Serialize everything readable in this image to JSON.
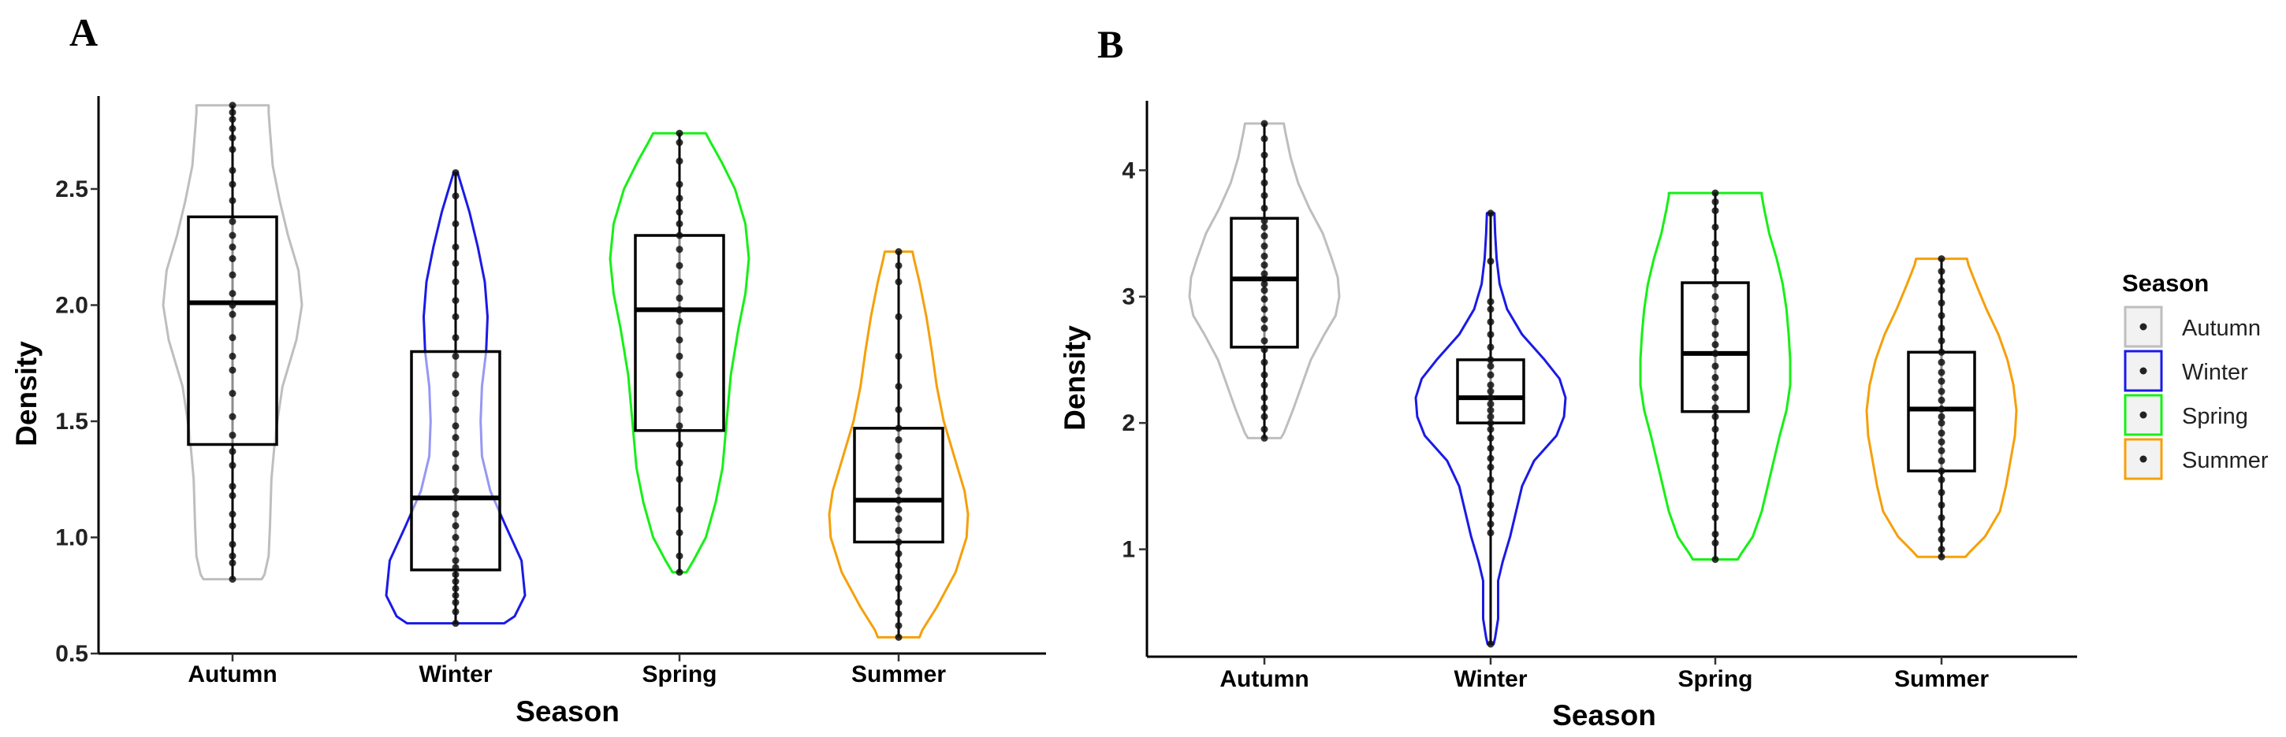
{
  "chart_data": [
    {
      "panel": "A",
      "type": "violin",
      "xlabel": "Season",
      "ylabel": "Density",
      "ylim": [
        0.5,
        2.9
      ],
      "yticks": [
        0.5,
        1.0,
        1.5,
        2.0,
        2.5
      ],
      "ytick_labels": [
        "0.5",
        "1.0",
        "1.5",
        "2.0",
        "2.5"
      ],
      "categories": [
        "Autumn",
        "Winter",
        "Spring",
        "Summer"
      ],
      "groups": [
        {
          "name": "Autumn",
          "color": "#bebebe",
          "min": 0.82,
          "max": 2.86,
          "box": {
            "q1": 1.4,
            "median": 2.01,
            "q3": 2.38
          },
          "violin_profile": [
            [
              0.82,
              0.42
            ],
            [
              0.84,
              0.46
            ],
            [
              0.92,
              0.52
            ],
            [
              1.05,
              0.54
            ],
            [
              1.25,
              0.56
            ],
            [
              1.45,
              0.62
            ],
            [
              1.65,
              0.72
            ],
            [
              1.85,
              0.92
            ],
            [
              2.0,
              1.0
            ],
            [
              2.15,
              0.95
            ],
            [
              2.3,
              0.8
            ],
            [
              2.45,
              0.68
            ],
            [
              2.6,
              0.58
            ],
            [
              2.75,
              0.54
            ],
            [
              2.83,
              0.52
            ],
            [
              2.86,
              0.52
            ]
          ],
          "points": [
            0.82,
            0.89,
            0.92,
            0.97,
            1.05,
            1.1,
            1.18,
            1.22,
            1.31,
            1.37,
            1.44,
            1.52,
            1.62,
            1.72,
            1.78,
            1.86,
            1.96,
            2.0,
            2.05,
            2.13,
            2.2,
            2.25,
            2.3,
            2.36,
            2.45,
            2.52,
            2.58,
            2.67,
            2.72,
            2.76,
            2.8,
            2.83,
            2.86
          ]
        },
        {
          "name": "Winter",
          "color": "#1a1ae6",
          "min": 0.63,
          "max": 2.57,
          "box": {
            "q1": 0.86,
            "median": 1.17,
            "q3": 1.8
          },
          "violin_profile": [
            [
              0.63,
              0.7
            ],
            [
              0.66,
              0.85
            ],
            [
              0.75,
              1.0
            ],
            [
              0.9,
              0.95
            ],
            [
              1.05,
              0.72
            ],
            [
              1.2,
              0.5
            ],
            [
              1.35,
              0.38
            ],
            [
              1.5,
              0.36
            ],
            [
              1.65,
              0.38
            ],
            [
              1.8,
              0.44
            ],
            [
              1.95,
              0.46
            ],
            [
              2.1,
              0.42
            ],
            [
              2.25,
              0.32
            ],
            [
              2.4,
              0.2
            ],
            [
              2.5,
              0.1
            ],
            [
              2.57,
              0.03
            ]
          ],
          "points": [
            0.63,
            0.68,
            0.72,
            0.75,
            0.78,
            0.81,
            0.84,
            0.87,
            0.9,
            0.95,
            1.0,
            1.05,
            1.1,
            1.17,
            1.2,
            1.3,
            1.36,
            1.43,
            1.48,
            1.55,
            1.62,
            1.7,
            1.78,
            1.86,
            1.95,
            2.02,
            2.1,
            2.18,
            2.25,
            2.35,
            2.47,
            2.57
          ]
        },
        {
          "name": "Spring",
          "color": "#16f016",
          "min": 0.85,
          "max": 2.74,
          "box": {
            "q1": 1.46,
            "median": 1.98,
            "q3": 2.3
          },
          "violin_profile": [
            [
              0.85,
              0.1
            ],
            [
              0.9,
              0.2
            ],
            [
              1.0,
              0.38
            ],
            [
              1.15,
              0.52
            ],
            [
              1.3,
              0.62
            ],
            [
              1.5,
              0.68
            ],
            [
              1.7,
              0.74
            ],
            [
              1.9,
              0.85
            ],
            [
              2.05,
              0.95
            ],
            [
              2.2,
              1.0
            ],
            [
              2.35,
              0.95
            ],
            [
              2.5,
              0.8
            ],
            [
              2.62,
              0.6
            ],
            [
              2.7,
              0.45
            ],
            [
              2.74,
              0.38
            ]
          ],
          "points": [
            0.85,
            0.92,
            1.02,
            1.12,
            1.25,
            1.32,
            1.4,
            1.48,
            1.55,
            1.62,
            1.7,
            1.78,
            1.85,
            1.93,
            1.98,
            2.03,
            2.1,
            2.17,
            2.24,
            2.3,
            2.35,
            2.4,
            2.46,
            2.52,
            2.62,
            2.7,
            2.74
          ]
        },
        {
          "name": "Summer",
          "color": "#f5a00a",
          "min": 0.57,
          "max": 2.23,
          "box": {
            "q1": 0.98,
            "median": 1.16,
            "q3": 1.47
          },
          "violin_profile": [
            [
              0.57,
              0.3
            ],
            [
              0.6,
              0.34
            ],
            [
              0.7,
              0.55
            ],
            [
              0.85,
              0.82
            ],
            [
              1.0,
              0.98
            ],
            [
              1.1,
              1.0
            ],
            [
              1.2,
              0.95
            ],
            [
              1.35,
              0.8
            ],
            [
              1.5,
              0.65
            ],
            [
              1.65,
              0.55
            ],
            [
              1.8,
              0.48
            ],
            [
              1.95,
              0.4
            ],
            [
              2.1,
              0.3
            ],
            [
              2.2,
              0.22
            ],
            [
              2.23,
              0.2
            ]
          ],
          "points": [
            0.57,
            0.62,
            0.67,
            0.72,
            0.78,
            0.83,
            0.88,
            0.93,
            0.98,
            1.03,
            1.08,
            1.12,
            1.16,
            1.2,
            1.25,
            1.3,
            1.35,
            1.42,
            1.47,
            1.55,
            1.65,
            1.78,
            1.95,
            2.1,
            2.17,
            2.23
          ]
        }
      ]
    },
    {
      "panel": "B",
      "type": "violin",
      "xlabel": "Season",
      "ylabel": "Density",
      "ylim": [
        0.15,
        4.55
      ],
      "yticks": [
        1,
        2,
        3,
        4
      ],
      "ytick_labels": [
        "1",
        "2",
        "3",
        "4"
      ],
      "categories": [
        "Autumn",
        "Winter",
        "Spring",
        "Summer"
      ],
      "groups": [
        {
          "name": "Autumn",
          "color": "#bebebe",
          "min": 1.88,
          "max": 4.37,
          "box": {
            "q1": 2.6,
            "median": 3.14,
            "q3": 3.62
          },
          "violin_profile": [
            [
              1.88,
              0.22
            ],
            [
              1.92,
              0.26
            ],
            [
              2.1,
              0.38
            ],
            [
              2.3,
              0.5
            ],
            [
              2.5,
              0.62
            ],
            [
              2.7,
              0.8
            ],
            [
              2.85,
              0.95
            ],
            [
              3.0,
              1.0
            ],
            [
              3.15,
              0.98
            ],
            [
              3.3,
              0.9
            ],
            [
              3.5,
              0.78
            ],
            [
              3.7,
              0.6
            ],
            [
              3.9,
              0.45
            ],
            [
              4.1,
              0.35
            ],
            [
              4.3,
              0.28
            ],
            [
              4.37,
              0.26
            ]
          ],
          "points": [
            1.88,
            1.95,
            2.05,
            2.12,
            2.2,
            2.3,
            2.38,
            2.48,
            2.58,
            2.65,
            2.75,
            2.82,
            2.9,
            2.98,
            3.05,
            3.1,
            3.14,
            3.18,
            3.25,
            3.32,
            3.4,
            3.48,
            3.55,
            3.6,
            3.7,
            3.8,
            3.9,
            4.0,
            4.12,
            4.25,
            4.37
          ]
        },
        {
          "name": "Winter",
          "color": "#1a1ae6",
          "min": 0.25,
          "max": 3.66,
          "box": {
            "q1": 2.0,
            "median": 2.2,
            "q3": 2.5
          },
          "violin_profile": [
            [
              0.25,
              0.04
            ],
            [
              0.3,
              0.06
            ],
            [
              0.45,
              0.1
            ],
            [
              0.6,
              0.1
            ],
            [
              0.75,
              0.1
            ],
            [
              0.9,
              0.16
            ],
            [
              1.1,
              0.26
            ],
            [
              1.3,
              0.34
            ],
            [
              1.5,
              0.42
            ],
            [
              1.7,
              0.58
            ],
            [
              1.9,
              0.88
            ],
            [
              2.05,
              0.98
            ],
            [
              2.2,
              1.0
            ],
            [
              2.35,
              0.92
            ],
            [
              2.5,
              0.72
            ],
            [
              2.7,
              0.42
            ],
            [
              2.9,
              0.22
            ],
            [
              3.1,
              0.12
            ],
            [
              3.3,
              0.08
            ],
            [
              3.5,
              0.06
            ],
            [
              3.66,
              0.05
            ]
          ],
          "points": [
            0.25,
            1.13,
            1.2,
            1.28,
            1.35,
            1.45,
            1.55,
            1.65,
            1.72,
            1.8,
            1.88,
            1.95,
            2.0,
            2.05,
            2.1,
            2.15,
            2.2,
            2.25,
            2.3,
            2.38,
            2.45,
            2.5,
            2.6,
            2.7,
            2.8,
            2.9,
            2.96,
            3.28,
            3.66
          ]
        },
        {
          "name": "Spring",
          "color": "#16f016",
          "min": 0.92,
          "max": 3.82,
          "box": {
            "q1": 2.09,
            "median": 2.55,
            "q3": 3.11
          },
          "violin_profile": [
            [
              0.92,
              0.3
            ],
            [
              0.96,
              0.34
            ],
            [
              1.1,
              0.5
            ],
            [
              1.3,
              0.62
            ],
            [
              1.5,
              0.7
            ],
            [
              1.7,
              0.78
            ],
            [
              1.9,
              0.86
            ],
            [
              2.1,
              0.95
            ],
            [
              2.3,
              1.0
            ],
            [
              2.5,
              1.0
            ],
            [
              2.7,
              0.98
            ],
            [
              2.9,
              0.95
            ],
            [
              3.1,
              0.9
            ],
            [
              3.3,
              0.82
            ],
            [
              3.5,
              0.72
            ],
            [
              3.7,
              0.65
            ],
            [
              3.8,
              0.62
            ],
            [
              3.82,
              0.62
            ]
          ],
          "points": [
            0.92,
            1.05,
            1.12,
            1.25,
            1.35,
            1.45,
            1.55,
            1.65,
            1.75,
            1.85,
            1.95,
            2.05,
            2.12,
            2.2,
            2.28,
            2.36,
            2.45,
            2.55,
            2.62,
            2.7,
            2.8,
            2.9,
            3.0,
            3.1,
            3.2,
            3.3,
            3.42,
            3.55,
            3.68,
            3.75,
            3.82
          ]
        },
        {
          "name": "Summer",
          "color": "#f5a00a",
          "min": 0.94,
          "max": 3.3,
          "box": {
            "q1": 1.62,
            "median": 2.11,
            "q3": 2.56
          },
          "violin_profile": [
            [
              0.94,
              0.32
            ],
            [
              0.98,
              0.38
            ],
            [
              1.1,
              0.58
            ],
            [
              1.3,
              0.78
            ],
            [
              1.5,
              0.86
            ],
            [
              1.7,
              0.92
            ],
            [
              1.9,
              0.98
            ],
            [
              2.1,
              1.0
            ],
            [
              2.3,
              0.96
            ],
            [
              2.5,
              0.88
            ],
            [
              2.7,
              0.76
            ],
            [
              2.9,
              0.6
            ],
            [
              3.1,
              0.46
            ],
            [
              3.25,
              0.36
            ],
            [
              3.3,
              0.34
            ]
          ],
          "points": [
            0.94,
            1.0,
            1.08,
            1.15,
            1.25,
            1.35,
            1.45,
            1.55,
            1.62,
            1.7,
            1.78,
            1.85,
            1.92,
            2.0,
            2.05,
            2.11,
            2.18,
            2.25,
            2.33,
            2.4,
            2.48,
            2.56,
            2.65,
            2.75,
            2.85,
            2.95,
            3.05,
            3.12,
            3.2,
            3.3
          ]
        }
      ]
    }
  ],
  "legend": {
    "title": "Season",
    "placement": "right",
    "items": [
      {
        "label": "Autumn",
        "color": "#bebebe"
      },
      {
        "label": "Winter",
        "color": "#1a1ae6"
      },
      {
        "label": "Spring",
        "color": "#16f016"
      },
      {
        "label": "Summer",
        "color": "#f5a00a"
      }
    ]
  }
}
